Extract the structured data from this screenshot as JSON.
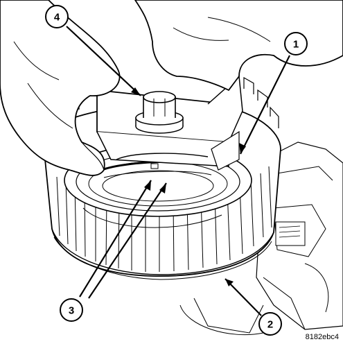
{
  "figure_code": "8182ebc4",
  "callouts": [
    {
      "number": "1"
    },
    {
      "number": "2"
    },
    {
      "number": "3"
    },
    {
      "number": "4"
    }
  ]
}
